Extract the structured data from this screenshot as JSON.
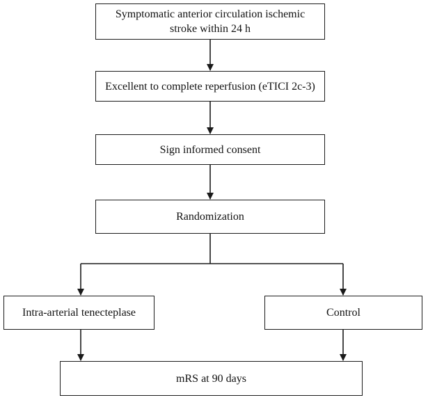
{
  "flowchart": {
    "inclusion": "Symptomatic anterior circulation ischemic stroke within 24 h",
    "reperfusion": "Excellent to complete reperfusion (eTICI 2c-3)",
    "consent": "Sign informed consent",
    "randomization": "Randomization",
    "arm_treatment": "Intra-arterial tenecteplase",
    "arm_control": "Control",
    "outcome": "mRS at 90 days"
  },
  "colors": {
    "line": "#1a1a1a",
    "box_border": "#1a1a1a",
    "background": "#ffffff"
  }
}
